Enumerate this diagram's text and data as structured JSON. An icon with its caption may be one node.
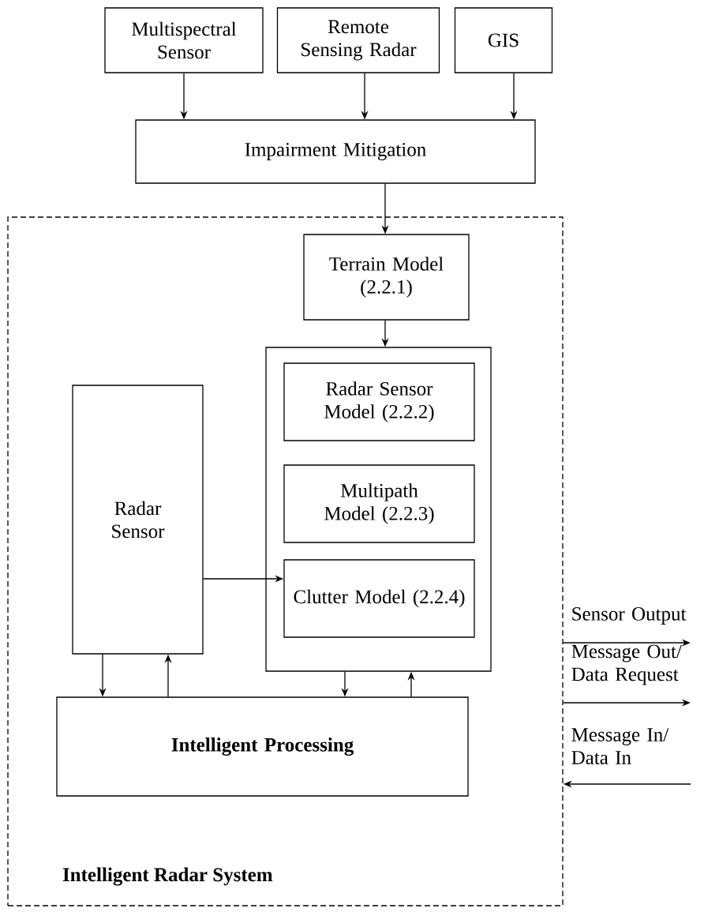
{
  "diagram": {
    "nodes": [
      {
        "text": [
          "Multispectral Sensor"
        ]
      },
      {
        "text": [
          "Remote Sensing Radar"
        ]
      },
      {
        "text": [
          "GIS"
        ]
      },
      {
        "text": [
          "Impairment Mitigation"
        ]
      },
      {
        "text": [
          "Intelligent Radar System"
        ]
      },
      {
        "text": [
          "Terrain Model (2.2.1)"
        ],
        "in": 4
      },
      {
        "text": [],
        "shape": "box",
        "in": 4
      },
      {
        "text": [
          "Radar Sensor Model (2.2.2)"
        ],
        "in": 6
      },
      {
        "text": [
          "Multipath Model (2.2.3)"
        ],
        "in": 6
      },
      {
        "text": [
          "Clutter Model (2.2.4)"
        ],
        "in": 6
      },
      {
        "text": [
          "Radar Sensor"
        ],
        "in": 4
      },
      {
        "text": [
          "Intelligent Processing"
        ],
        "in": 4
      }
    ],
    "edges": [
      {
        "from": 0,
        "to": 3,
        "arrow": "to"
      },
      {
        "from": 1,
        "to": 3,
        "arrow": "to"
      },
      {
        "from": 2,
        "to": 3,
        "arrow": "to"
      },
      {
        "from": 3,
        "to": 5,
        "arrow": "to"
      },
      {
        "from": 5,
        "to": 6,
        "arrow": "to"
      },
      {
        "from": 10,
        "to": 9,
        "arrow": "to"
      },
      {
        "from": 10,
        "to": 11,
        "arrow": "to"
      },
      {
        "from": 11,
        "to": 10,
        "arrow": "to"
      },
      {
        "from": 6,
        "to": 11,
        "arrow": "to"
      },
      {
        "from": 11,
        "to": 6,
        "arrow": "to"
      },
      {
        "from": 4,
        "to": null,
        "arrow": "to",
        "label": "Sensor Output"
      },
      {
        "from": 4,
        "to": null,
        "arrow": "to",
        "label": "Message Out/ Data Request"
      },
      {
        "from": null,
        "to": 4,
        "arrow": "to",
        "label": "Message In/ Data In"
      }
    ]
  }
}
